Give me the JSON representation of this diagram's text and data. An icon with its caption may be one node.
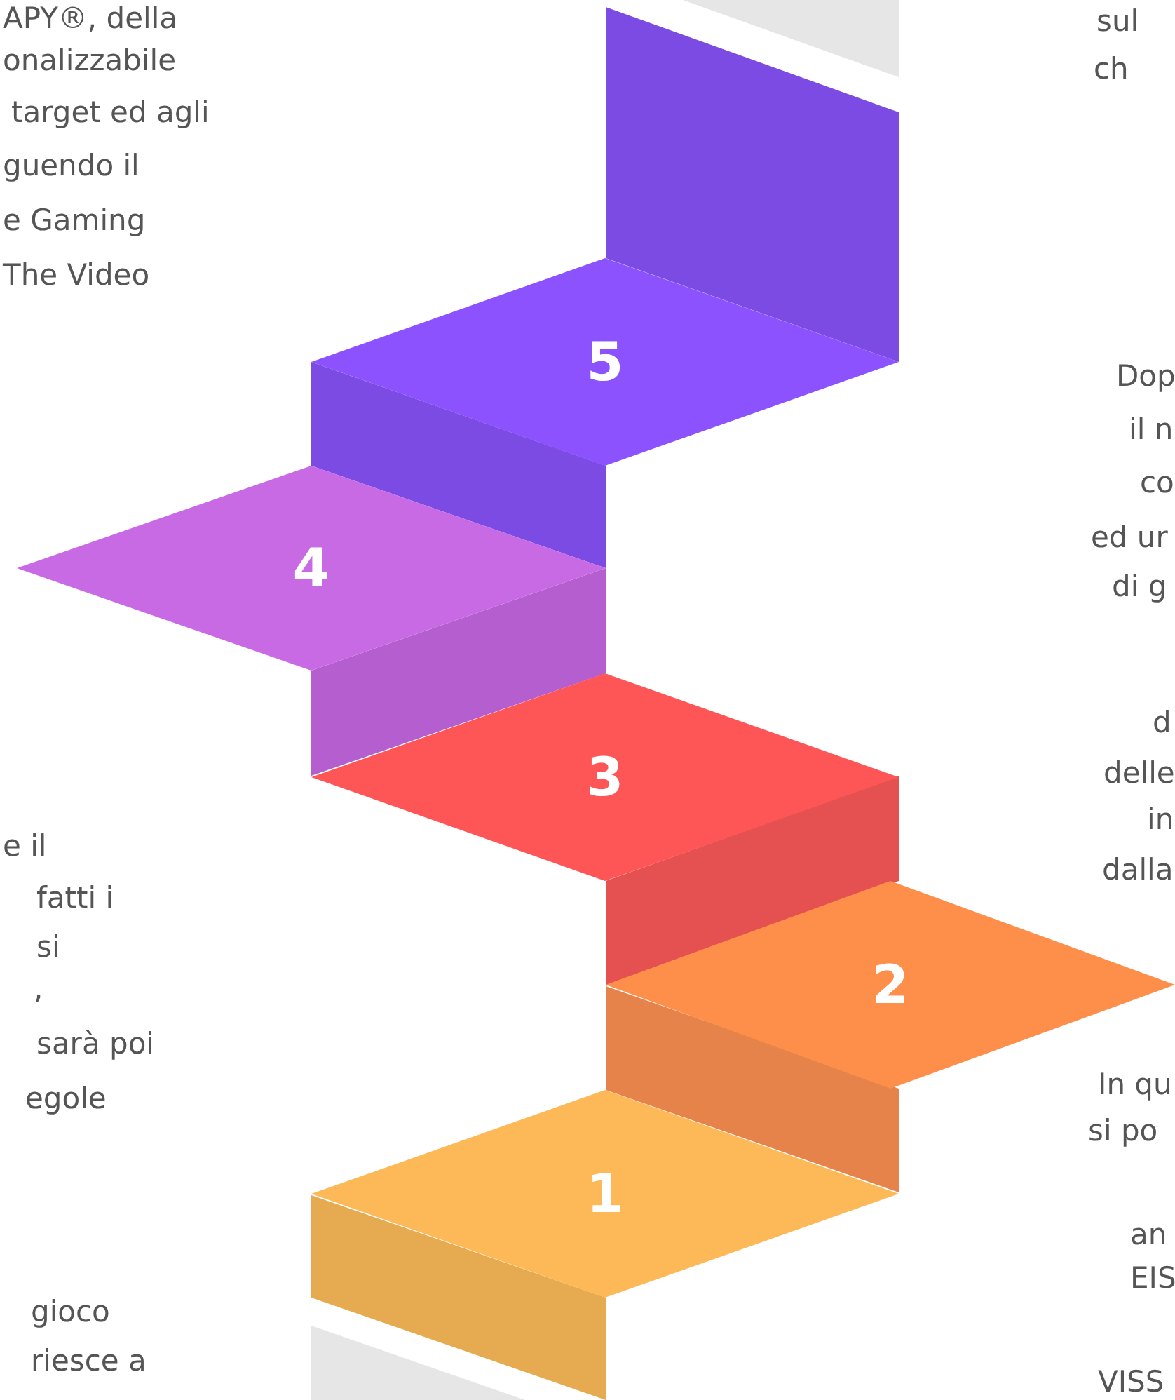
{
  "diagram": {
    "nodes": [
      {
        "text": [
          "5"
        ]
      },
      {
        "text": [
          "4"
        ]
      },
      {
        "text": [
          "3"
        ]
      },
      {
        "text": [
          "2"
        ]
      },
      {
        "text": [
          "1"
        ]
      }
    ],
    "labels": [
      "APY®, della",
      "onalizzabile",
      "target ed agli",
      "guendo il",
      "e Gaming",
      "The Video",
      "sul",
      "ch",
      "Dop",
      "il n",
      "co",
      "ed ur",
      "di g",
      "d",
      "delle",
      "in",
      "dalla",
      "e il",
      "fatti i",
      "si",
      ",",
      "sarà poi",
      "egole",
      "In qu",
      "si po",
      "an",
      "EIS",
      "gioco",
      "riesce a",
      "VISS"
    ]
  }
}
